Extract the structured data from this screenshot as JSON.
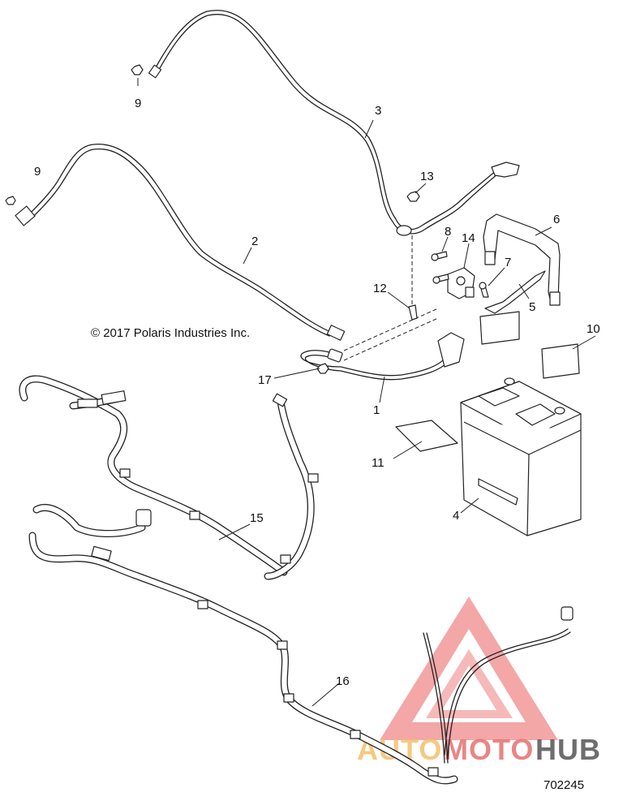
{
  "copyright": "© 2017 Polaris Industries Inc.",
  "part_number": "702245",
  "watermark": {
    "text_part1": "AUTO",
    "text_part2": "MOTO",
    "text_part3": "HUB",
    "color_light": "#f4c06a",
    "color_red": "#e83a3a",
    "color_dark": "#3a3a3a"
  },
  "callouts": [
    "1",
    "2",
    "3",
    "4",
    "5",
    "6",
    "7",
    "8",
    "9",
    "9",
    "10",
    "11",
    "12",
    "13",
    "14",
    "15",
    "16",
    "17"
  ]
}
